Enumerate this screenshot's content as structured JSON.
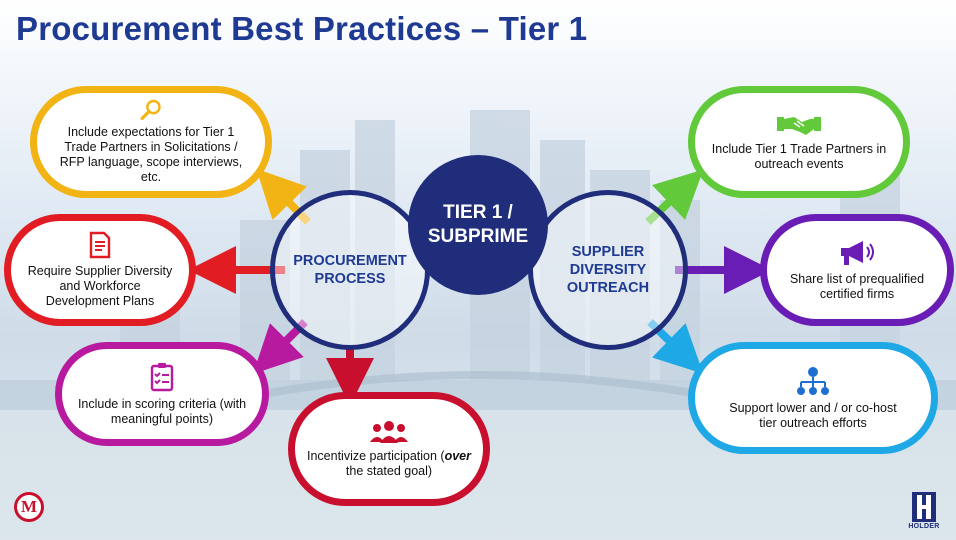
{
  "title": "Procurement Best Practices – Tier 1",
  "center": {
    "tier": "TIER 1 / SUBPRIME",
    "procurement": "PROCUREMENT PROCESS",
    "outreach": "SUPPLIER DIVERSITY OUTREACH"
  },
  "nodes": {
    "expectations": {
      "text": "Include expectations for Tier 1 Trade Partners in Solicitations / RFP language, scope interviews, etc.",
      "icon": "magnifier-icon",
      "color": "#f2b315"
    },
    "plans": {
      "text": "Require Supplier Diversity and Workforce Development Plans",
      "icon": "document-icon",
      "color": "#e21c23"
    },
    "scoring": {
      "text": "Include in scoring criteria (with meaningful points)",
      "icon": "checklist-icon",
      "color": "#b71a9e"
    },
    "incentivize": {
      "text_before": "Incentivize participation (",
      "text_emph": "over",
      "text_after": " the stated goal)",
      "icon": "group-icon",
      "color": "#c8102e"
    },
    "events": {
      "text": "Include Tier 1 Trade Partners in outreach events",
      "icon": "handshake-icon",
      "color": "#61c93a"
    },
    "share": {
      "text": "Share list of prequalified certified firms",
      "icon": "megaphone-icon",
      "color": "#6a1db5"
    },
    "support": {
      "text": "Support lower and / or co-host tier outreach efforts",
      "icon": "org-chart-icon",
      "color": "#1fa8e6"
    }
  },
  "logos": {
    "left_letter": "M",
    "right_word": "HOLDER"
  }
}
